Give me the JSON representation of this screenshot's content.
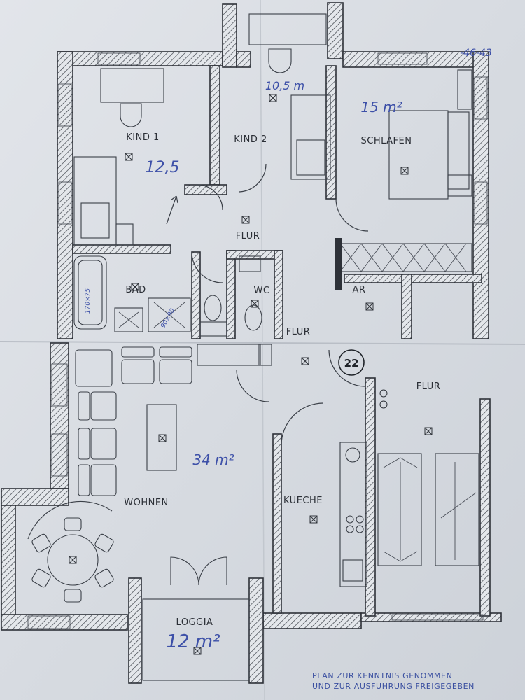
{
  "rooms": {
    "kind1": "KIND 1",
    "kind2": "KIND 2",
    "schlafen": "SCHLAFEN",
    "flur_upper": "FLUR",
    "bad": "BAD",
    "wc": "WC",
    "ar": "AR",
    "flur_mid": "FLUR",
    "flur_right": "FLUR",
    "wohnen": "WOHNEN",
    "kueche": "KUECHE",
    "loggia": "LOGGIA"
  },
  "handwritten": {
    "top_right": "-46-43",
    "kind2_area": "10,5 m",
    "schlafen_area": "15 m²",
    "kind1_area": "12,5",
    "wohnen_area": "34 m²",
    "loggia_area": "12 m²",
    "bath_note": "170×75",
    "shower_note": "90×90"
  },
  "unit_number": "22",
  "stamp": {
    "line1": "PLAN ZUR KENNTNIS GENOMMEN",
    "line2": "UND ZUR AUSFÜHRUNG FREIGEGEBEN"
  },
  "colors": {
    "paper": "#d9dde3",
    "ink": "#2d3138",
    "handwriting": "#3d50a8"
  }
}
